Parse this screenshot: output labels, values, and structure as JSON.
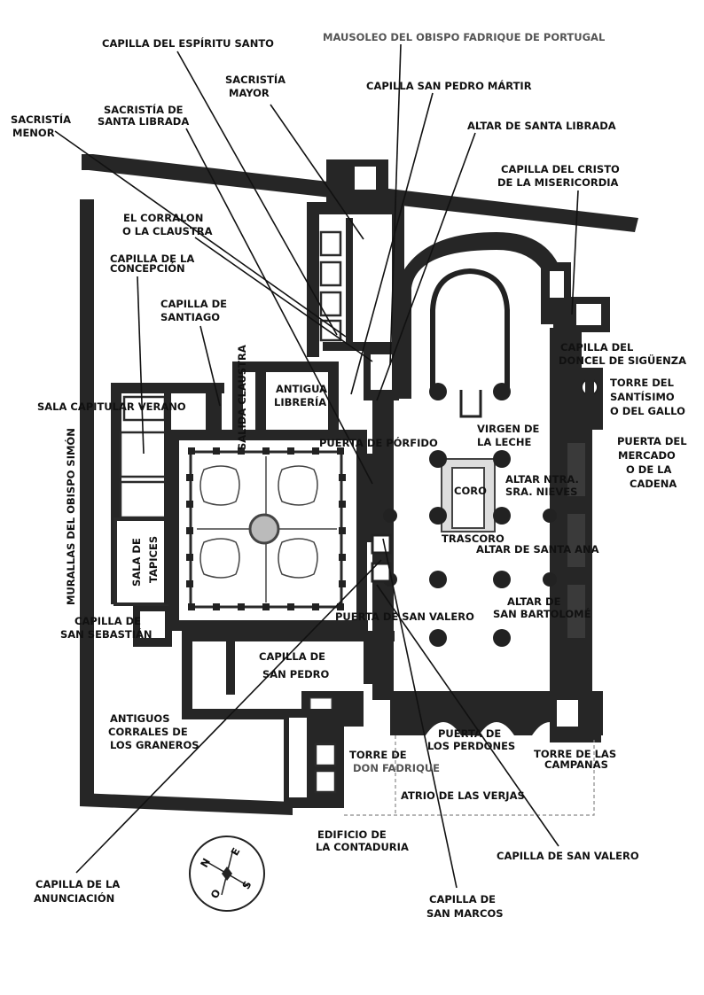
{
  "labels": {
    "capilla_espiritu_santo": "CAPILLA DEL ESPÍRITU SANTO",
    "mausoleo": "MAUSOLEO DEL OBISPO FADRIQUE DE PORTUGAL",
    "sacristia_mayor_1": "SACRISTÍA",
    "sacristia_mayor_2": "MAYOR",
    "capilla_san_pedro_martir": "CAPILLA SAN PEDRO MÁRTIR",
    "sacristia_santa_librada_1": "SACRISTÍA DE",
    "sacristia_santa_librada_2": "SANTA LIBRADA",
    "sacristia_menor_1": "SACRISTÍA",
    "sacristia_menor_2": "MENOR",
    "altar_santa_librada": "ALTAR DE SANTA LIBRADA",
    "capilla_cristo_1": "CAPILLA DEL CRISTO",
    "capilla_cristo_2": "DE LA MISERICORDIA",
    "corralon_1": "EL CORRALON",
    "corralon_2": "O LA CLAUSTRA",
    "capilla_concepcion_1": "CAPILLA DE LA",
    "capilla_concepcion_2": "CONCEPCIÓN",
    "capilla_santiago_1": "CAPILLA DE",
    "capilla_santiago_2": "SANTIAGO",
    "capilla_doncel_1": "CAPILLA DEL",
    "capilla_doncel_2": "DONCEL DE SIGÜENZA",
    "torre_santisimo_1": "TORRE DEL",
    "torre_santisimo_2": "SANTÍSIMO",
    "torre_santisimo_3": "O DEL GALLO",
    "salida_claustra": "SALIDA CLAUSTRA",
    "antigua_libreria_1": "ANTIGUA",
    "antigua_libreria_2": "LIBRERÍA",
    "sala_capitular": "SALA CAPITULAR VERANO",
    "virgen_leche_1": "VIRGEN DE",
    "virgen_leche_2": "LA LECHE",
    "puerta_porfido": "PUERTA DE PÓRFIDO",
    "puerta_mercado_1": "PUERTA DEL",
    "puerta_mercado_2": "MERCADO",
    "puerta_mercado_3": "O DE LA",
    "puerta_mercado_4": "CADENA",
    "coro": "CORO",
    "altar_nieves_1": "ALTAR NTRA.",
    "altar_nieves_2": "SRA. NIEVES",
    "murallas": "MURALLAS DEL OBISPO SIMÓN",
    "trascoro": "TRASCORO",
    "altar_santa_ana": "ALTAR DE SANTA ANA",
    "sala_tapices_1": "SALA DE",
    "sala_tapices_2": "TAPICES",
    "altar_bartolome_1": "ALTAR DE",
    "altar_bartolome_2": "SAN BARTOLOMÉ",
    "capilla_sebastian_1": "CAPILLA DE",
    "capilla_sebastian_2": "SAN SEBASTIÁN",
    "puerta_san_valero": "PUERTA DE SAN VALERO",
    "capilla_san_pedro_1": "CAPILLA DE",
    "capilla_san_pedro_2": "SAN PEDRO",
    "corrales_1": "ANTIGUOS",
    "corrales_2": "CORRALES DE",
    "corrales_3": "LOS GRANEROS",
    "puerta_perdones_1": "PUERTA DE",
    "puerta_perdones_2": "LOS PERDONES",
    "torre_campanas_1": "TORRE DE LAS",
    "torre_campanas_2": "CAMPANAS",
    "torre_fadrique_1": "TORRE DE",
    "torre_fadrique_2": "DON FADRIQUE",
    "atrio_verjas": "ATRIO DE LAS VERJAS",
    "contaduria_1": "EDIFICIO DE",
    "contaduria_2": "LA CONTADURIA",
    "capilla_san_valero": "CAPILLA DE SAN VALERO",
    "capilla_anunciacion_1": "CAPILLA DE LA",
    "capilla_anunciacion_2": "ANUNCIACIÓN",
    "capilla_san_marcos_1": "CAPILLA DE",
    "capilla_san_marcos_2": "SAN MARCOS"
  },
  "compass": {
    "north": "N",
    "east": "E",
    "south": "S",
    "west": "O"
  }
}
